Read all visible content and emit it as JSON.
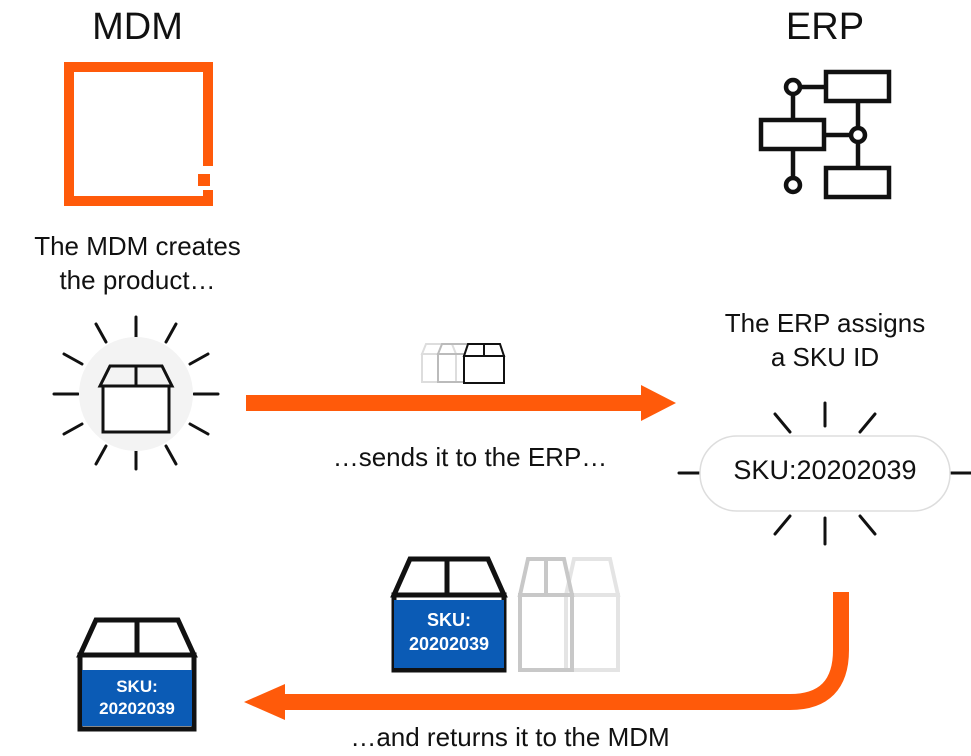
{
  "left": {
    "title": "MDM",
    "caption_line1": "The MDM creates",
    "caption_line2": "the product…",
    "logo_color": "#ff5a0a"
  },
  "right": {
    "title": "ERP",
    "caption_line1": "The ERP assigns",
    "caption_line2": "a SKU ID",
    "sku_tag": "SKU:20202039"
  },
  "arrows": {
    "send_label": "…sends it to the ERP…",
    "return_label": "…and returns it to the MDM",
    "color": "#ff5a0a"
  },
  "returned_box": {
    "label_line1": "SKU:",
    "label_line2": "20202039",
    "label_color": "#0b5bb5"
  },
  "final_box": {
    "label_line1": "SKU:",
    "label_line2": "20202039"
  },
  "icons": [
    "mdm-logo-icon",
    "erp-flowchart-icon",
    "product-box-icon",
    "moving-box-icon",
    "sku-burst-icon"
  ]
}
